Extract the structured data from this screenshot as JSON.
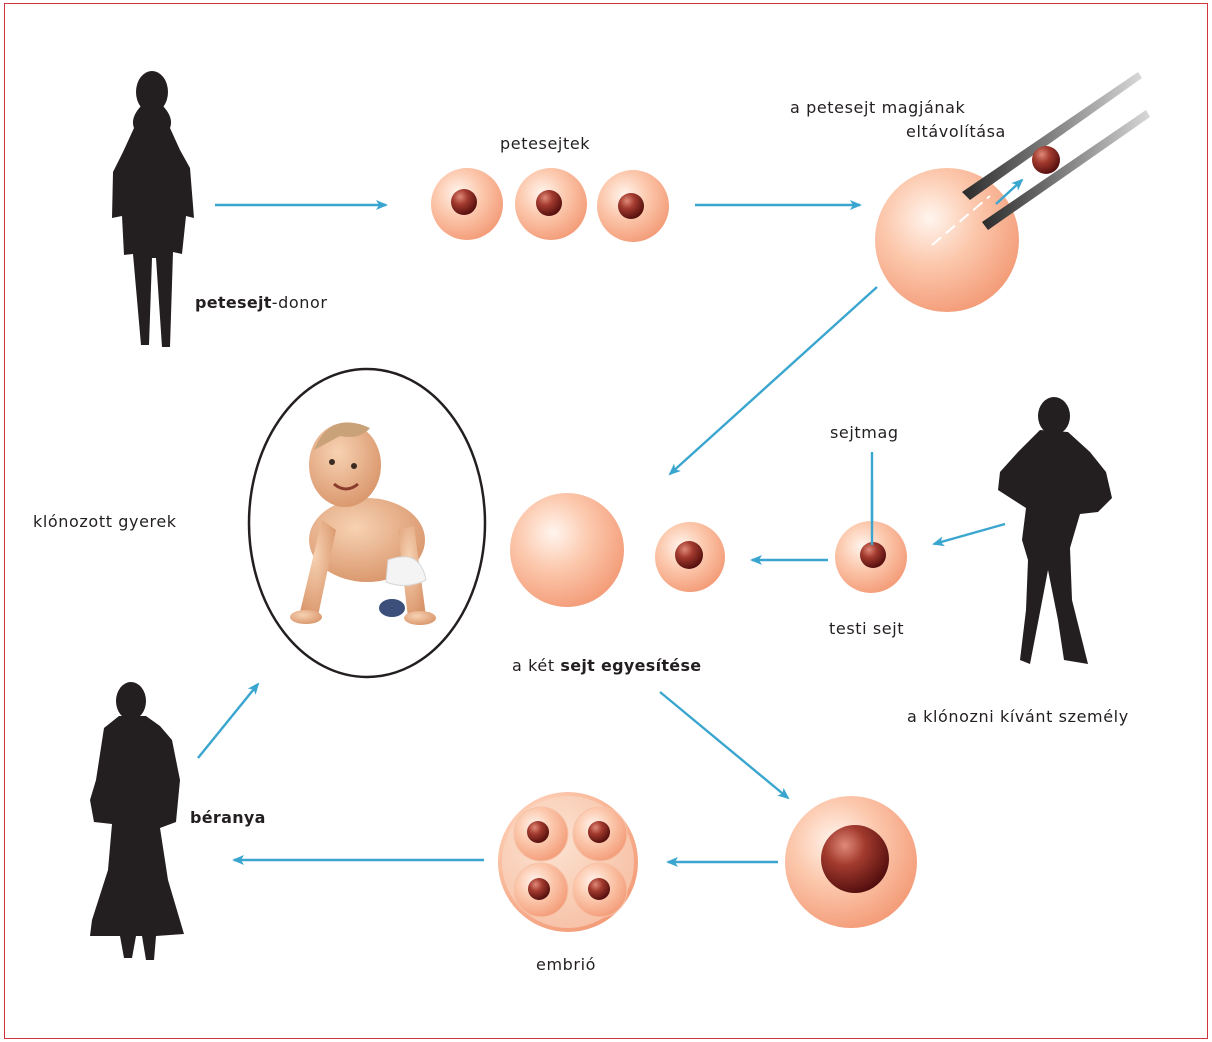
{
  "labels": {
    "egg_donor_bold": "petesejt",
    "egg_donor_rest": "-donor",
    "eggs": "petesejtek",
    "enucleation_line1": "a petesejt magjának",
    "enucleation_line2": "eltávolítása",
    "nucleus": "sejtmag",
    "cloned_child": "klónozott gyerek",
    "somatic_cell": "testi sejt",
    "fusion_prefix": "a két ",
    "fusion_bold": "sejt egyesítése",
    "person_to_clone": "a klónozni kívánt személy",
    "surrogate": "béranya",
    "embryo": "embrió"
  },
  "colors": {
    "arrow": "#3aa6cf",
    "frame": "#d1343f",
    "silhouette": "#231f20",
    "cell": "#f7a884",
    "nucleus": "#8a1d1d"
  },
  "icons": [
    "woman-silhouette",
    "man-silhouette",
    "baby-photo",
    "micropipette-icon"
  ]
}
